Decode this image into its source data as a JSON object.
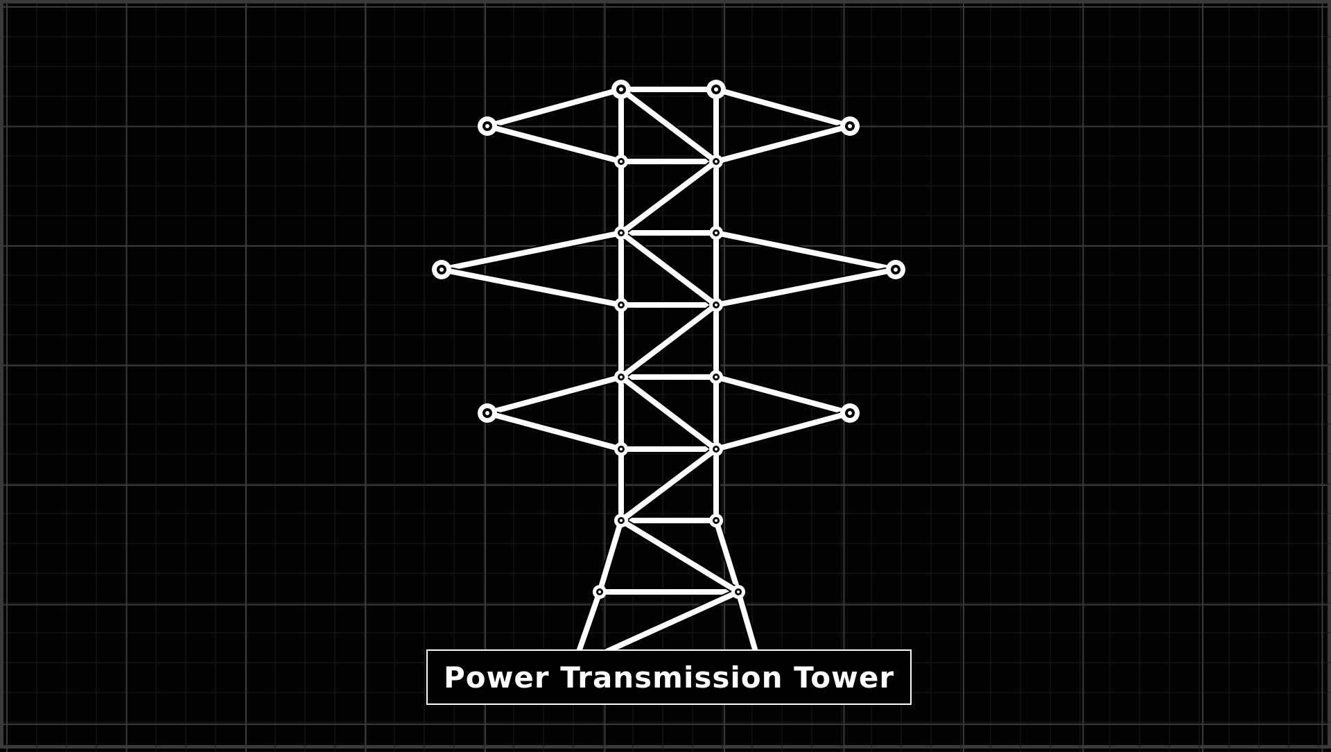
{
  "title": "Power Transmission Tower",
  "colors": {
    "background": "#030303",
    "frame": "#3a3a3a",
    "grid_minor": "#1c1c1c",
    "grid_major": "#3a3a3a",
    "structure": "#ffffff",
    "joint_center": "#000000"
  },
  "grid": {
    "visible": true
  },
  "structure": {
    "kind": "truss",
    "beam_count": 52,
    "joint_count": 25
  }
}
